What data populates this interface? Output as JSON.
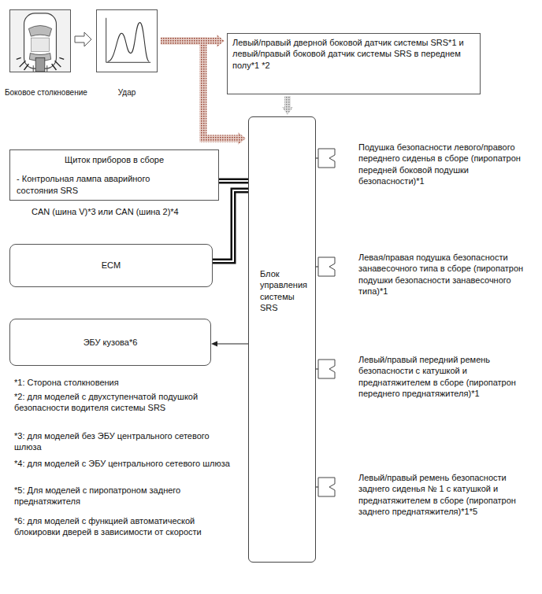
{
  "diagram": {
    "nodes": [
      {
        "text": [
          "Боковое столкновение"
        ]
      },
      {
        "text": [
          "Удар"
        ]
      },
      {
        "text": [
          "Левый/правый дверной боковой датчик системы SRS*1 и левый/правый боковой датчик системы SRS в переднем полу*1 *2"
        ]
      },
      {
        "text": [
          "Щиток приборов в сборе",
          "- Контрольная лампа аварийного состояния SRS"
        ]
      },
      {
        "text": [
          "ECM"
        ]
      },
      {
        "text": [
          "ЭБУ кузова*6"
        ]
      },
      {
        "text": [
          "Блок управления системы SRS"
        ]
      },
      {
        "text": [
          "Подушка безопасности левого/правого переднего сиденья в сборе (пиропатрон передней боковой подушки безопасности)*1"
        ]
      },
      {
        "text": [
          "Левая/правая подушка безопасности занавесочного типа в сборе (пиропатрон подушки безопасности занавесочного типа)*1"
        ]
      },
      {
        "text": [
          "Левый/правый передний ремень безопасности с катушкой и преднатяжителем в сборе (пиропатрон переднего преднатяжителя)*1"
        ]
      },
      {
        "text": [
          "Левый/правый ремень безопасности заднего сиденья № 1 с катушкой и преднатяжителем в сборе (пиропатрон заднего преднатяжителя)*1*5"
        ]
      }
    ],
    "edges": [
      {
        "from": 0,
        "to": 1,
        "arrow": "to"
      },
      {
        "from": 1,
        "to": 2,
        "arrow": "to"
      },
      {
        "from": 1,
        "to": 6,
        "arrow": "to"
      },
      {
        "from": 2,
        "to": 6,
        "arrow": "to"
      },
      {
        "from": 3,
        "to": 6,
        "arrow": "none"
      },
      {
        "from": 4,
        "to": 6,
        "arrow": "none"
      },
      {
        "from": 6,
        "to": 5,
        "arrow": "to"
      },
      {
        "from": 6,
        "to": 7,
        "arrow": "none"
      },
      {
        "from": 6,
        "to": 8,
        "arrow": "none"
      },
      {
        "from": 6,
        "to": 9,
        "arrow": "none"
      },
      {
        "from": 6,
        "to": 10,
        "arrow": "none"
      }
    ],
    "labels": [
      "CAN (шина V)*3 или CAN (шина 2)*4",
      "*1: Сторона столкновения",
      "*2: для моделей с двухступенчатой подушкой безопасности водителя системы SRS",
      "*3: для моделей без ЭБУ центрального сетевого шлюза",
      "*4: для моделей с ЭБУ центрального сетевого шлюза",
      "*5: Для моделей с пиропатроном заднего преднатяжителя",
      "*6: для моделей с функцией автоматической блокировки дверей в зависимости от скорости"
    ]
  }
}
